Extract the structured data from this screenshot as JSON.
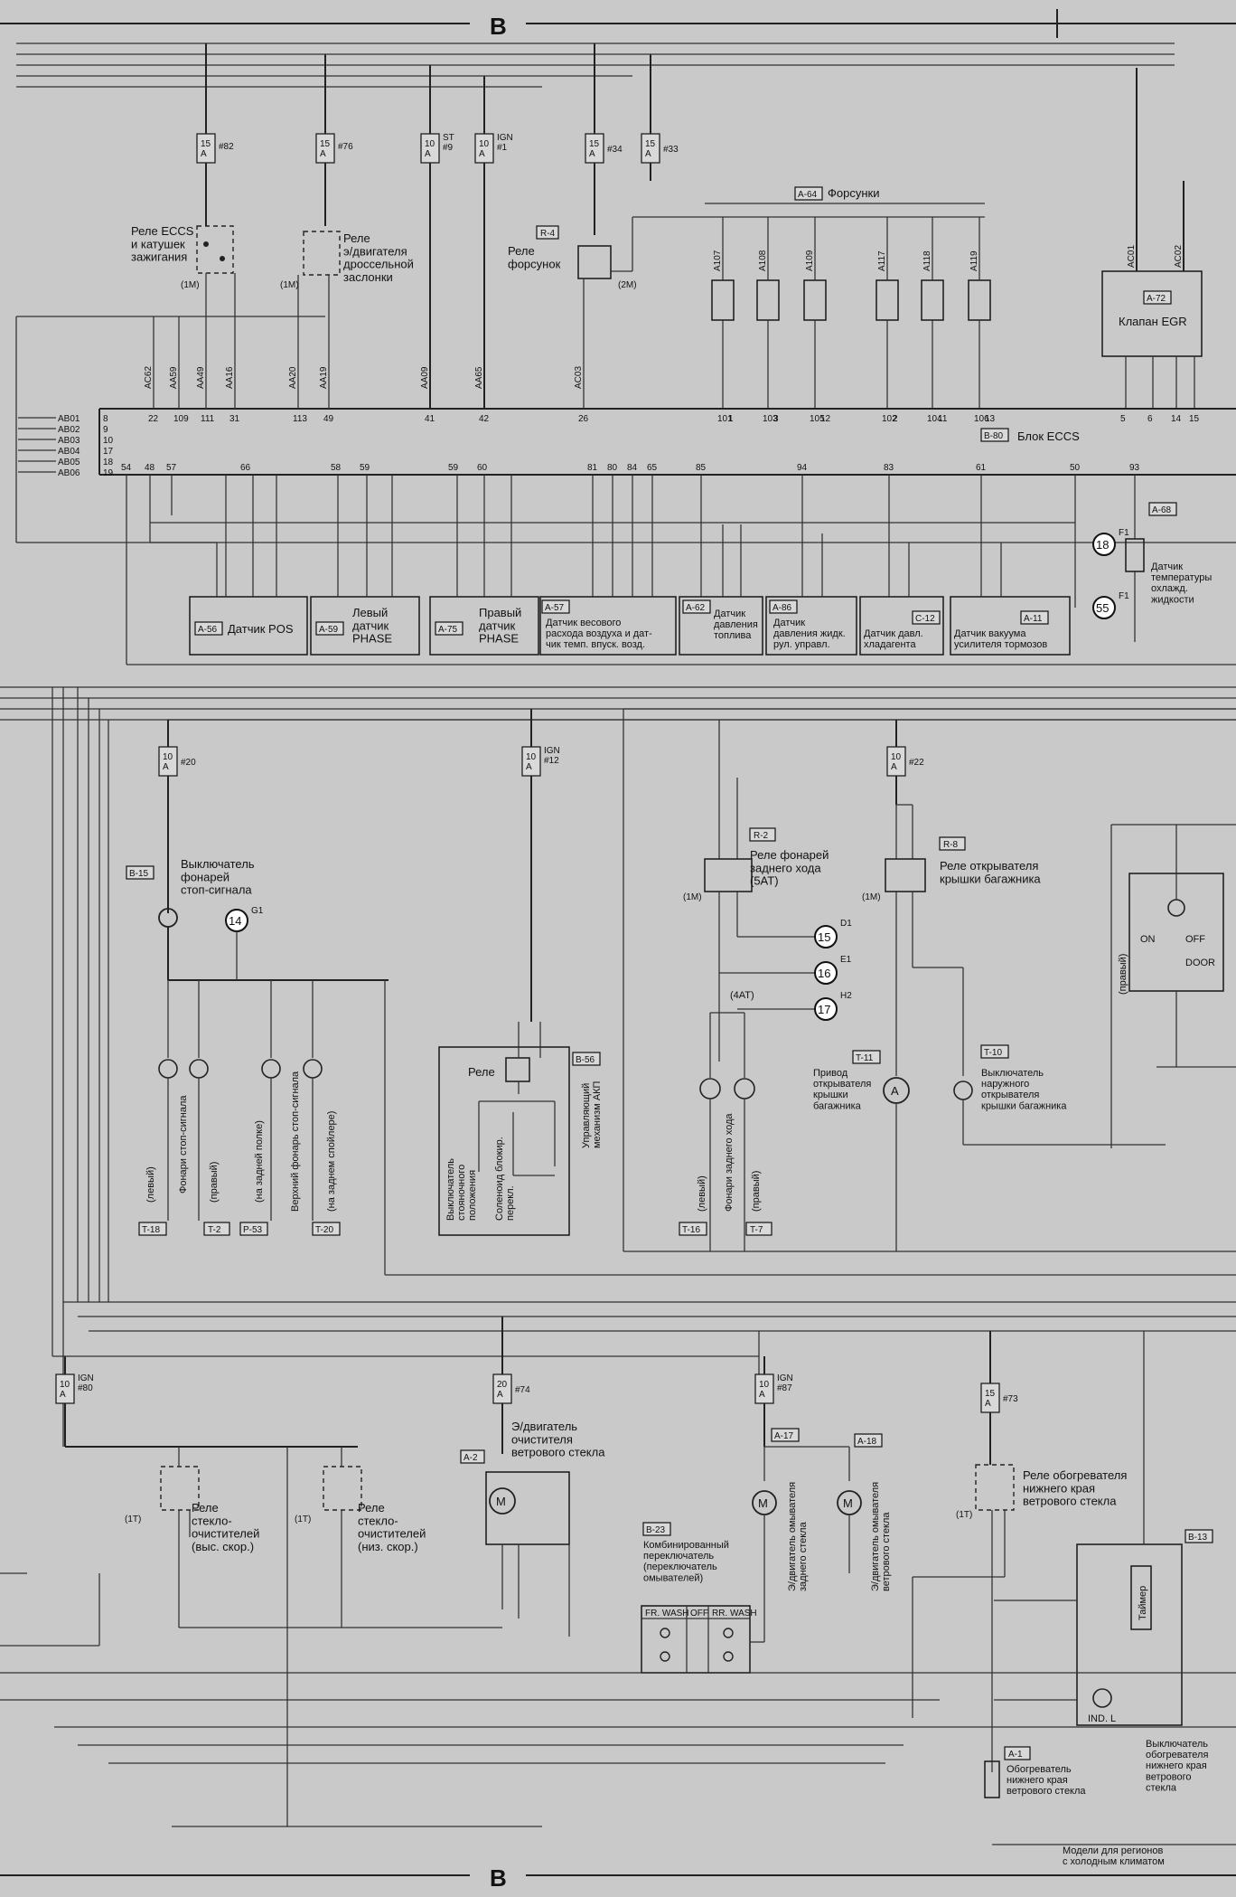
{
  "connector_marker": "B",
  "fuses": [
    {
      "rating": "15\nA",
      "id": "#82"
    },
    {
      "rating": "15\nA",
      "id": "#76"
    },
    {
      "rating": "10\nA",
      "id": "ST\n#9"
    },
    {
      "rating": "10\nA",
      "id": "IGN\n#1"
    },
    {
      "rating": "15\nA",
      "id": "#34"
    },
    {
      "rating": "15\nA",
      "id": "#33"
    },
    {
      "rating": "10\nA",
      "id": "#20"
    },
    {
      "rating": "10\nA",
      "id": "IGN\n#12"
    },
    {
      "rating": "10\nA",
      "id": "#22"
    },
    {
      "rating": "10\nA",
      "id": "IGN\n#80"
    },
    {
      "rating": "20\nA",
      "id": "#74"
    },
    {
      "rating": "10\nA",
      "id": "IGN\n#87"
    },
    {
      "rating": "15\nA",
      "id": "#73"
    }
  ],
  "top": {
    "relay_eccs": "Реле ECCS\nи катушек\nзажигания",
    "relay_throttle": "Реле\nэ/двигателя\nдроссельной\nзаслонки",
    "relay_injectors_tag": "R-4",
    "relay_injectors": "Реле\nфорсунок",
    "injectors_tag": "A-64",
    "injectors": "Форсунки",
    "egr_tag": "A-72",
    "egr": "Клапан EGR",
    "ecu_tag": "B-80",
    "ecu": "Блок ECCS",
    "m1": "(1M)",
    "m2": "(2M)"
  },
  "ecu_left_pins": [
    "AB01",
    "AB02",
    "AB03",
    "AB04",
    "AB05",
    "AB06"
  ],
  "ecu_left_pin_nums": [
    "8",
    "9",
    "10",
    "17",
    "18",
    "19"
  ],
  "ecu_top_pins": [
    "22",
    "109",
    "111",
    "31",
    "113",
    "49",
    "41",
    "42",
    "26",
    "101",
    "1",
    "103",
    "3",
    "105",
    "12",
    "102",
    "2",
    "104",
    "11",
    "106",
    "13",
    "5",
    "6",
    "14",
    "15"
  ],
  "ecu_bottom_pins": [
    "54",
    "48",
    "57",
    "66",
    "58",
    "59",
    "59",
    "60",
    "81",
    "80",
    "84",
    "65",
    "85",
    "94",
    "83",
    "61",
    "50",
    "93"
  ],
  "wire_codes_top": [
    "AC62",
    "AA59",
    "AA49",
    "AA16",
    "AA20",
    "AA19",
    "AA09",
    "AA65",
    "AC03",
    "A107",
    "A108",
    "A109",
    "A117",
    "A118",
    "A119",
    "AC01",
    "AC02"
  ],
  "sensors": [
    {
      "tag": "A-56",
      "name": "Датчик POS"
    },
    {
      "tag": "A-59",
      "name": "Левый\nдатчик\nPHASE"
    },
    {
      "tag": "A-75",
      "name": "Правый\nдатчик\nPHASE"
    },
    {
      "tag": "A-57",
      "name": "Датчик весового\nрасхода воздуха и дат-\nчик темп. впуск. возд."
    },
    {
      "tag": "A-62",
      "name": "Датчик\nдавления\nтоплива"
    },
    {
      "tag": "A-86",
      "name": "Датчик\nдавления жидк.\nрул. управл."
    },
    {
      "tag": "C-12",
      "name": "Датчик давл.\nхладагента"
    },
    {
      "tag": "A-11",
      "name": "Датчик вакуума\nусилителя тормозов"
    },
    {
      "tag": "A-68",
      "name": "Датчик\nтемпературы\nохлажд.\nжидкости"
    }
  ],
  "ground_refs": [
    {
      "num": "18",
      "pin": "F1"
    },
    {
      "num": "55",
      "pin": "F1"
    },
    {
      "num": "14",
      "pin": "G1"
    },
    {
      "num": "15",
      "pin": "D1"
    },
    {
      "num": "16",
      "pin": "E1"
    },
    {
      "num": "17",
      "pin": "H2"
    }
  ],
  "middle": {
    "stop_switch_tag": "B-15",
    "stop_switch": "Выключатель\nфонарей\nстоп-сигнала",
    "stop_lamps": "Фонари стоп-сигнала",
    "left": "(левый)",
    "right": "(правый)",
    "rear_shelf": "(на задней полке)",
    "upper_stop": "Верхний фонарь стоп-сигнала",
    "spoiler": "(на заднем спойлере)",
    "tag_t18": "T-18",
    "tag_t2": "T-2",
    "tag_p53": "P-53",
    "tag_t20": "T-20",
    "relay": "Реле",
    "at_tag": "B-56",
    "at_mech": "Управляющий\nмеханизм АКП",
    "park_switch": "Выключатель\nстояночного\nположения",
    "solenoid": "Соленоид блокир.\nперекл.",
    "reverse_relay_tag": "R-2",
    "reverse_relay": "Реле фонарей\nзаднего хода\n(5AT)",
    "trunk_relay_tag": "R-8",
    "trunk_relay": "Реле открывателя\nкрышки багажника",
    "at4": "(4AT)",
    "reverse_lamps": "Фонари заднего хода",
    "tag_t16": "T-16",
    "tag_t7": "T-7",
    "trunk_actuator_tag": "T-11",
    "trunk_actuator": "Привод\nоткрывателя\nкрышки\nбагажника",
    "trunk_switch_tag": "T-10",
    "trunk_switch": "Выключатель\nнаружного\nоткрывателя\nкрышки багажника",
    "door_on": "ON",
    "door_off": "OFF",
    "door": "DOOR",
    "door_right": "(правый)",
    "one_m": "(1M)"
  },
  "bottom": {
    "wiper_hi": "Реле\nстекло-\nочистителей\n(выс. скор.)",
    "wiper_lo": "Реле\nстекло-\nочистителей\n(низ. скор.)",
    "wiper_motor_tag": "A-2",
    "wiper_motor": "Э/двигатель\nочистителя\nветрового стекла",
    "combo_tag": "B-23",
    "combo": "Комбинированный\nпереключатель\n(переключатель\nомывателей)",
    "combo_cols": [
      "FR. WASH",
      "OFF",
      "RR. WASH"
    ],
    "washer_rear_tag": "A-17",
    "washer_rear": "Э/двигатель омывателя\nзаднего стекла",
    "washer_front_tag": "A-18",
    "washer_front": "Э/двигатель омывателя\nветрового стекла",
    "heater_relay": "Реле обогревателя\nнижнего края\nветрового стекла",
    "timer": "Таймер",
    "ind": "IND. L",
    "heater_switch_tag": "B-13",
    "heater_switch": "Выключатель\nобогревателя\nнижнего края\nветрового\nстекла",
    "heater_tag": "A-1",
    "heater": "Обогреватель\nнижнего края\nветрового стекла",
    "models": "Модели для регионов\nс холодным климатом",
    "one_t": "(1T)"
  }
}
